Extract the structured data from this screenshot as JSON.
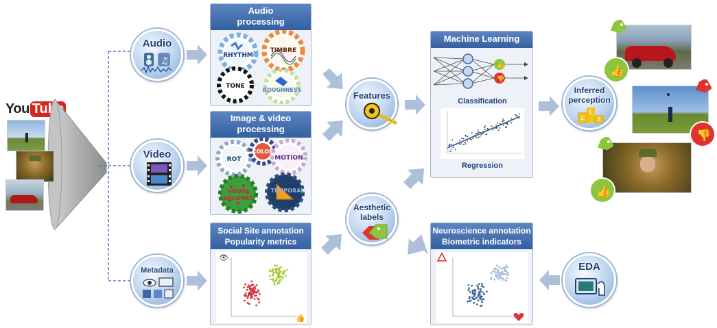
{
  "youtube": {
    "logo_you": "You",
    "logo_tube": "Tube"
  },
  "modalities": {
    "audio": "Audio",
    "video": "Video",
    "metadata": "Metadata"
  },
  "audio_panel": {
    "title": "Audio processing",
    "gears": [
      "RHYTHM",
      "TIMBRE",
      "TONE",
      "ROUGHNESS"
    ]
  },
  "image_panel": {
    "title": "Image & video processing",
    "gears": [
      "ROT",
      "COLOR",
      "MOTION",
      "VISUAL SALIENCY",
      "TEMPORAL"
    ]
  },
  "social_panel": {
    "title_line1": "Social Site annotation",
    "title_line2": "Popularity metrics"
  },
  "features": "Features",
  "aesthetic": {
    "line1": "Aesthetic",
    "line2": "labels"
  },
  "ml_panel": {
    "title": "Machine Learning",
    "classification": "Classification",
    "regression": "Regression"
  },
  "neuro_panel": {
    "title_line1": "Neuroscience annotation",
    "title_line2": "Biometric indicators"
  },
  "eda": "EDA",
  "inferred": {
    "line1": "Inferred",
    "line2": "perception"
  },
  "colors": {
    "panel_head": "#3f6aaa",
    "arrow": "#aebfd9",
    "like_green": "#8cc63f",
    "dislike_red": "#e0322f",
    "tag_green": "#8cc63f",
    "tag_red": "#e0322f",
    "scatter_red": "#d9333d",
    "scatter_green": "#a6c93a",
    "scatter_blue": "#3d6a9c",
    "scatter_lightblue": "#aac0da"
  }
}
